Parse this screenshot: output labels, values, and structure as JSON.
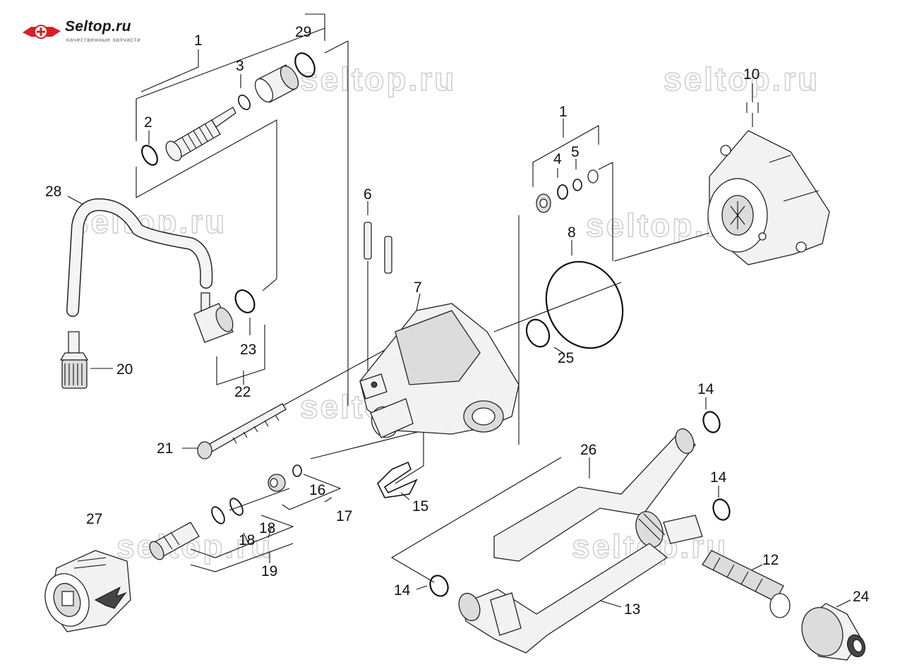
{
  "logo": {
    "name": "Seltop.ru",
    "tagline": "качественные запчасти"
  },
  "watermark": "seltop.ru",
  "labels": {
    "p1a": "1",
    "p29": "29",
    "p3": "3",
    "p2": "2",
    "p28": "28",
    "p20": "20",
    "p23": "23",
    "p22": "22",
    "p6": "6",
    "p7": "7",
    "p21": "21",
    "p10": "10",
    "p1b": "1",
    "p4": "4",
    "p5": "5",
    "p8": "8",
    "p25": "25",
    "p14a": "14",
    "p26": "26",
    "p14b": "14",
    "p16": "16",
    "p17": "17",
    "p18a": "18",
    "p18b": "18",
    "p19": "19",
    "p15": "15",
    "p27": "27",
    "p14c": "14",
    "p13": "13",
    "p12": "12",
    "p24": "24"
  }
}
